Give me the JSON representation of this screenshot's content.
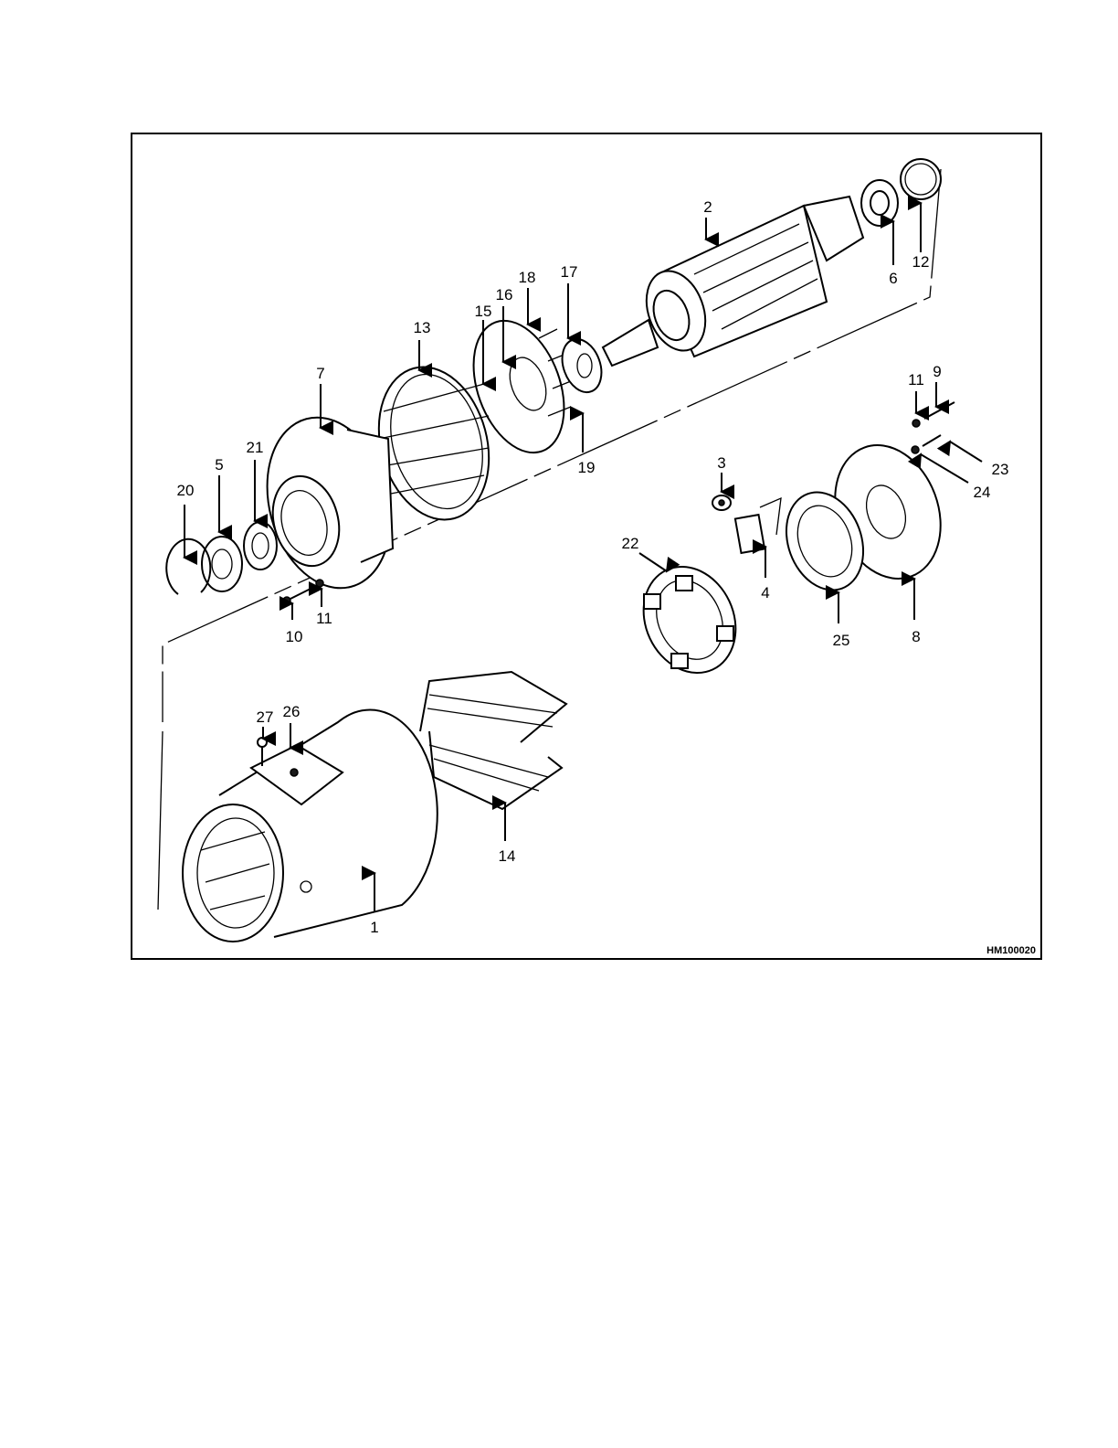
{
  "figure": {
    "figure_id": "HM100020",
    "callouts": [
      "1",
      "2",
      "3",
      "4",
      "5",
      "6",
      "7",
      "8",
      "9",
      "10",
      "11",
      "11",
      "12",
      "13",
      "14",
      "15",
      "16",
      "17",
      "18",
      "19",
      "20",
      "21",
      "22",
      "23",
      "24",
      "25",
      "26",
      "27"
    ]
  }
}
